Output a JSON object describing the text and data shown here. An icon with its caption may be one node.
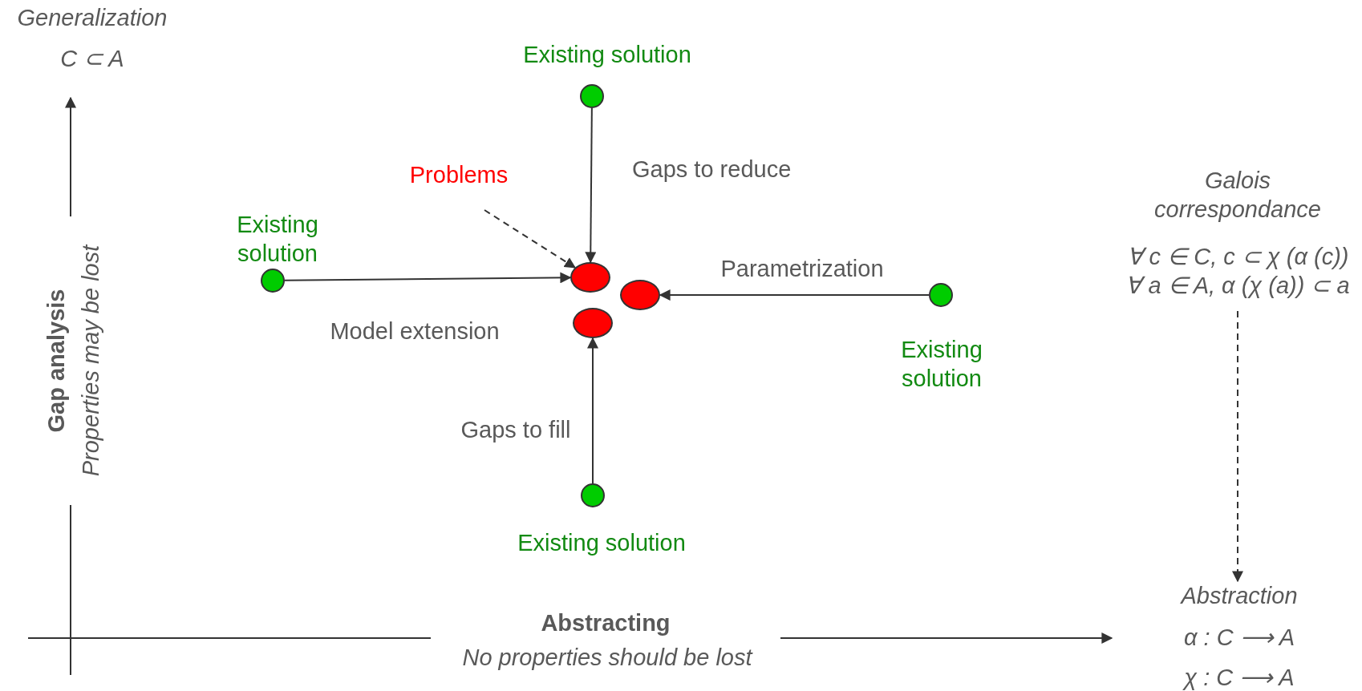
{
  "diagram": {
    "nodes": [
      {
        "text": [],
        "shape": "circle",
        "beside": [
          "Existing solution"
        ]
      },
      {
        "text": [
          "Problems"
        ]
      },
      {
        "text": [
          "Galois correspondance",
          "∀ c ∈ C, c ⊂ χ (α (c))",
          "∀ a ∈ A, α (χ (a)) ⊂ a"
        ]
      },
      {
        "text": [],
        "shape": "circle",
        "beside": [
          "Existing solution"
        ]
      },
      {
        "text": [],
        "shape": "circle"
      },
      {
        "text": [],
        "shape": "circle"
      },
      {
        "text": [],
        "shape": "circle"
      },
      {
        "text": [],
        "shape": "circle",
        "beside": [
          "Existing solution"
        ]
      },
      {
        "text": [],
        "shape": "circle",
        "beside": [
          "Existing solution"
        ]
      },
      {
        "text": [
          "Abstraction",
          "α : C ⟶ A",
          "χ : C ⟶ A"
        ]
      }
    ],
    "edges": [
      {
        "from": 0,
        "to": 4,
        "arrow": "to",
        "label": "Gaps to reduce"
      },
      {
        "from": 1,
        "to": 4,
        "arrow": "to",
        "style": "dashed"
      },
      {
        "from": 3,
        "to": 4,
        "arrow": "to",
        "label": "Model extension"
      },
      {
        "from": 7,
        "to": 5,
        "arrow": "to",
        "label": "Parametrization"
      },
      {
        "from": 8,
        "to": 6,
        "arrow": "to",
        "label": "Gaps to fill"
      },
      {
        "from": 2,
        "to": 9,
        "arrow": "to",
        "style": "dashed"
      }
    ],
    "labels": [
      "Generalization",
      "C ⊂ A",
      "Gap analysis",
      "Properties may be lost",
      "Abstracting",
      "No properties should be lost"
    ]
  }
}
